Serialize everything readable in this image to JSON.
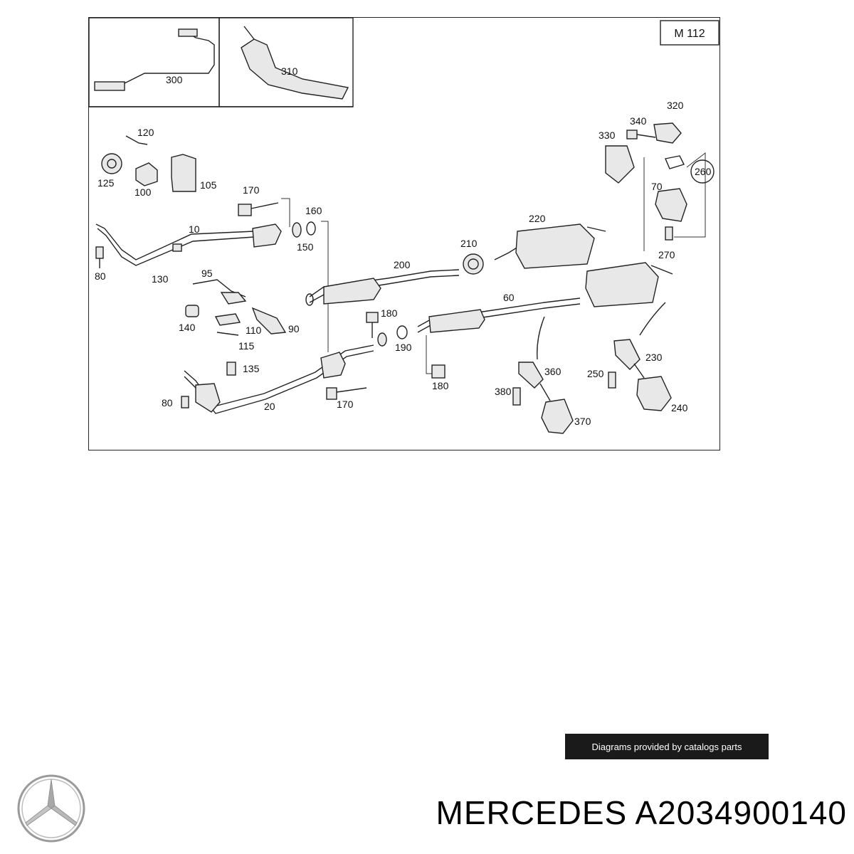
{
  "diagram": {
    "engine_code": "M 112",
    "parts": {
      "p10": "10",
      "p20": "20",
      "p60": "60",
      "p70": "70",
      "p80a": "80",
      "p80b": "80",
      "p90": "90",
      "p95": "95",
      "p100": "100",
      "p105": "105",
      "p110": "110",
      "p115": "115",
      "p120": "120",
      "p125": "125",
      "p130": "130",
      "p135": "135",
      "p140": "140",
      "p150": "150",
      "p160": "160",
      "p170a": "170",
      "p170b": "170",
      "p180a": "180",
      "p180b": "180",
      "p190": "190",
      "p200": "200",
      "p210": "210",
      "p220": "220",
      "p230": "230",
      "p240": "240",
      "p250": "250",
      "p260": "260",
      "p270": "270",
      "p300": "300",
      "p310": "310",
      "p320": "320",
      "p330": "330",
      "p340": "340",
      "p360": "360",
      "p370": "370",
      "p380": "380"
    }
  },
  "credit": "Diagrams provided by catalogs parts",
  "brand": {
    "name": "MERCEDES",
    "part_number": "A2034900140",
    "logo_icon": "mercedes-star-icon"
  },
  "part_title": "MERCEDES A2034900140",
  "colors": {
    "banner_bg": "#1a1a1a",
    "banner_text": "#ffffff",
    "line": "#222222"
  }
}
